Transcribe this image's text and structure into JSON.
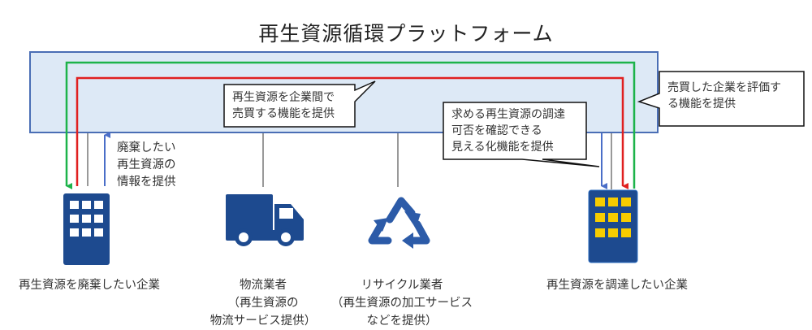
{
  "title": "再生資源循環プラットフォーム",
  "colors": {
    "platform_fill": "#dde9f6",
    "platform_border": "#4a6eb5",
    "icon_blue": "#1d4a8f",
    "window_yellow": "#f7cc00",
    "arrow_green": "#1db34a",
    "arrow_red": "#e02020",
    "arrow_blue": "#4a6ec8",
    "connector_gray": "#555555"
  },
  "callouts": {
    "trade": "再生資源を企業間で\n売買する機能を提供",
    "visibility": "求める再生資源の調達\n可否を確認できる\n見える化機能を提供",
    "evaluation": "売買した企業を評価す\nる機能を提供"
  },
  "notes": {
    "disposal_info": "廃棄したい\n再生資源の\n情報を提供"
  },
  "actors": [
    {
      "id": "disposer",
      "icon": "building-icon",
      "label": "再生資源を廃棄したい企業"
    },
    {
      "id": "logistics",
      "icon": "truck-icon",
      "label": "物流業者\n（再生資源の\n物流サービス提供）"
    },
    {
      "id": "recycler",
      "icon": "recycle-icon",
      "label": "リサイクル業者\n（再生資源の加工サービス\nなどを提供）"
    },
    {
      "id": "procurer",
      "icon": "building-icon",
      "label": "再生資源を調達したい企業"
    }
  ]
}
